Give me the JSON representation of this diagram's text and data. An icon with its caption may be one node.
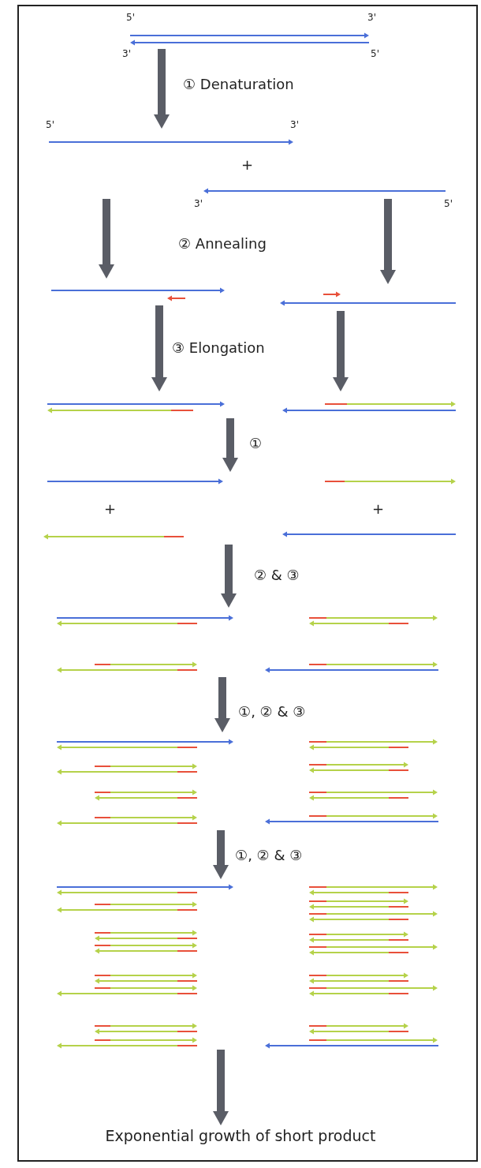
{
  "diagram": {
    "nodes": [
      {
        "text": [],
        "shape": "picture"
      },
      {
        "text": [],
        "shape": "picture"
      },
      {
        "text": [],
        "shape": "picture"
      },
      {
        "text": [],
        "shape": "picture"
      },
      {
        "text": [],
        "shape": "picture"
      },
      {
        "text": [],
        "shape": "picture"
      },
      {
        "text": [],
        "shape": "picture"
      },
      {
        "text": [],
        "shape": "picture"
      },
      {
        "text": [],
        "shape": "picture"
      },
      {
        "text": [
          "Exponential growth of short product"
        ]
      }
    ],
    "edges": [
      {
        "from": 0,
        "to": 1,
        "arrow": "to"
      },
      {
        "from": 1,
        "to": 2,
        "arrow": "to"
      },
      {
        "from": 1,
        "to": 3,
        "arrow": "to"
      },
      {
        "from": 2,
        "to": 4,
        "arrow": "to"
      },
      {
        "from": 3,
        "to": 4,
        "arrow": "to"
      },
      {
        "from": 4,
        "to": 5,
        "arrow": "to"
      },
      {
        "from": 5,
        "to": 6,
        "arrow": "to"
      },
      {
        "from": 6,
        "to": 7,
        "arrow": "to"
      },
      {
        "from": 7,
        "to": 8,
        "arrow": "to"
      },
      {
        "from": 8,
        "to": 9,
        "arrow": "to"
      }
    ],
    "labels": [
      "5'",
      "3'",
      "3'",
      "5'",
      "① Denaturation",
      "5'",
      "3'",
      "+",
      "3'",
      "5'",
      "② Annealing",
      "③ Elongation",
      "①",
      "+",
      "+",
      "② & ③",
      "①, ② & ③",
      "①, ② & ③"
    ]
  }
}
